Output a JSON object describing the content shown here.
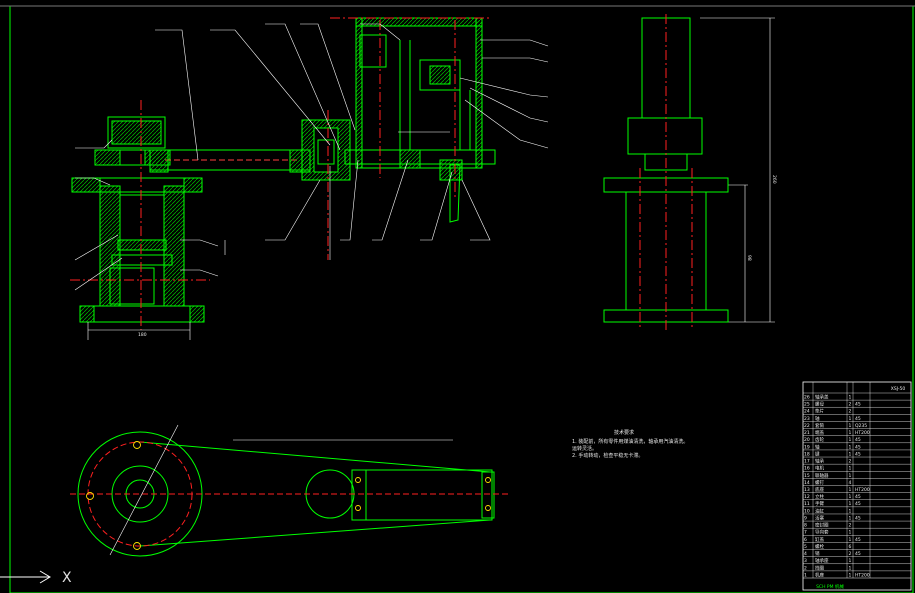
{
  "drawing": {
    "notes_title": "技术要求",
    "notes": [
      "1. 装配前，所有零件用煤油清洗，轴承用汽油清洗。",
      "   运转灵活。",
      "2. 手动转动，检查平稳无卡滞。"
    ],
    "ucs_label": "X",
    "dim_right_height": "260",
    "dim_right_mid": "98",
    "dim_left_bottom": "180"
  },
  "title_block": {
    "drawing_no": "XSJ-50",
    "footer": "SCH PM 机械",
    "rows": [
      {
        "no": "26",
        "name": "轴承盖",
        "qty": "1",
        "mat": ""
      },
      {
        "no": "25",
        "name": "螺母",
        "qty": "2",
        "mat": "45"
      },
      {
        "no": "24",
        "name": "垫片",
        "qty": "2",
        "mat": ""
      },
      {
        "no": "23",
        "name": "轴",
        "qty": "1",
        "mat": "45"
      },
      {
        "no": "22",
        "name": "套筒",
        "qty": "1",
        "mat": "Q235"
      },
      {
        "no": "21",
        "name": "端盖",
        "qty": "1",
        "mat": "HT200"
      },
      {
        "no": "20",
        "name": "齿轮",
        "qty": "1",
        "mat": "45"
      },
      {
        "no": "19",
        "name": "轴",
        "qty": "1",
        "mat": "45"
      },
      {
        "no": "18",
        "name": "键",
        "qty": "1",
        "mat": "45"
      },
      {
        "no": "17",
        "name": "轴承",
        "qty": "2",
        "mat": ""
      },
      {
        "no": "16",
        "name": "电机",
        "qty": "1",
        "mat": ""
      },
      {
        "no": "15",
        "name": "联轴器",
        "qty": "1",
        "mat": ""
      },
      {
        "no": "14",
        "name": "螺钉",
        "qty": "4",
        "mat": ""
      },
      {
        "no": "13",
        "name": "底座",
        "qty": "1",
        "mat": "HT200"
      },
      {
        "no": "12",
        "name": "立柱",
        "qty": "1",
        "mat": "45"
      },
      {
        "no": "11",
        "name": "手臂",
        "qty": "1",
        "mat": "45"
      },
      {
        "no": "10",
        "name": "油缸",
        "qty": "1",
        "mat": ""
      },
      {
        "no": "9",
        "name": "活塞",
        "qty": "1",
        "mat": "45"
      },
      {
        "no": "8",
        "name": "密封圈",
        "qty": "2",
        "mat": ""
      },
      {
        "no": "7",
        "name": "导向套",
        "qty": "1",
        "mat": ""
      },
      {
        "no": "6",
        "name": "缸盖",
        "qty": "1",
        "mat": "45"
      },
      {
        "no": "5",
        "name": "螺栓",
        "qty": "6",
        "mat": ""
      },
      {
        "no": "4",
        "name": "销",
        "qty": "2",
        "mat": "45"
      },
      {
        "no": "3",
        "name": "轴承座",
        "qty": "1",
        "mat": ""
      },
      {
        "no": "2",
        "name": "挡圈",
        "qty": "1",
        "mat": ""
      },
      {
        "no": "1",
        "name": "机座",
        "qty": "1",
        "mat": "HT200"
      }
    ]
  },
  "colors": {
    "outline": "#00ff00",
    "hidden": "#ff0000",
    "leader": "#ffffff",
    "hatch": "#00ff00"
  }
}
